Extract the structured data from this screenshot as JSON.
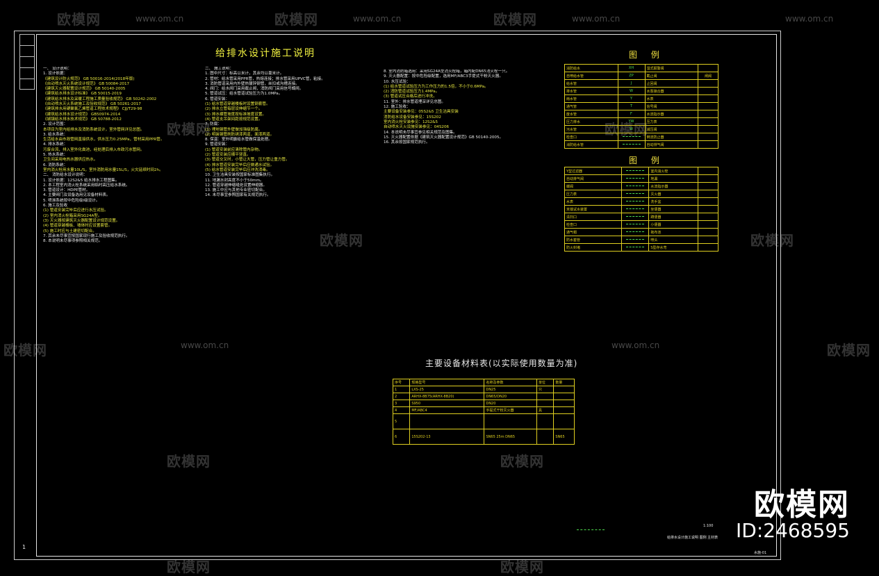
{
  "watermark": {
    "brand": "欧模网",
    "url": "www.om.cn"
  },
  "title": "给排水设计施工说明",
  "left_column": {
    "heading": "一、 设计说明：",
    "lines": [
      "1. 设计依据：",
      "《建筑设计防火规范》 GB 50016-2014(2018年版)",
      "《自动喷水灭火系统设计规范》 GB 50084-2017",
      "《建筑灭火器配置设计规范》 GB 50140-2005",
      "《建筑给水排水设计标准》 GB 50015-2019",
      "《建筑给水排水及采暖工程施工质量验收规范》 GB 50242-2002",
      "《自动喷水灭火系统施工及验收规范》 GB 50261-2017",
      "《建筑排水用硬聚氯乙烯管道工程技术规程》 CJJ/T29-98",
      "《建筑给水排水设计规范》 GB50974-2014",
      "《城镇给水排水技术规范》 GB 50788-2012",
      "2. 设计范围：",
      "本项目为室内给排水及消防系统设计，室外管网详见总图。",
      "3. 给水系统：",
      "生活给水由市政管网直接供水，供水压力0.25MPa，管材采用PPR管。",
      "4. 排水系统：",
      "污废合流，排入室外化粪池，经处理后排入市政污水管网。",
      "5. 热水系统：",
      "卫生间采用电热水器供应热水。",
      "6. 消防系统：",
      "室内消火栓用水量10L/S，室外消防用水量15L/S，火灾延续时间2h。",
      "二、 消防给水设计说明：",
      "1. 设计依据：12S2&5 给水排水工程图集。",
      "2. 本工程室内消火栓系统采用临时高压给水系统。",
      "3. 管道设计：HDPE管材。",
      "4. 主要阀门及设备选用见设备材料表。",
      "5. 喷淋系统按中危险级I级设计。",
      "6. 施工及验收",
      "(1) 管道安装完毕后应进行水压试验。",
      "(2) 室内消火栓箱采用SG24A型。",
      "(3) 灭火器按建筑灭火器配置设计规范设置。",
      "(4) 管道穿越楼板、墙体时应设置套管。",
      "(5) 施工时应与土建密切配合。",
      "7. 其余未尽事宜按国家现行施工及验收规范执行。",
      "8. 本说明未尽事项参照相关规范。"
    ]
  },
  "middle_column": {
    "heading": "二、 施工说明：",
    "lines": [
      "1. 图中尺寸：标高以米计，其余均以毫米计。",
      "2. 管材：给水管采用PPR管，热熔连接；排水管采用UPVC管，粘接。",
      "3. 消防管道采用内外壁热镀锌钢管，丝扣或沟槽连接。",
      "4. 阀门：给水阀门采用截止阀，消防阀门采用信号蝶阀。",
      "5. 管道试压：给水管道试验压力为1.0MPa。",
      "6. 管道安装：",
      "(1) 给水管道穿越楼板时设置钢套管。",
      "(2) 排水立管每层设伸缩节一个。",
      "(3) 排水横管坡度按标准坡度设置。",
      "(4) 管道支吊架间距按规范设置。",
      "7. 防腐：",
      "(1) 埋地钢管外壁做加强级防腐。",
      "(2) 明装钢管刷防锈漆两道，面漆两道。",
      "8. 保温：室外明露给水管做保温处理。",
      "9. 管道安装：",
      "(1) 管道安装前应清除管内杂物。",
      "(2) 管道安装应横平竖直。",
      "(3) 管道交叉时，小管让大管，压力管让重力管。",
      "(4) 排水管道安装完毕后应做通水试验。",
      "(5) 给水管道安装完毕后应冲洗消毒。",
      "10. 卫生洁具安装按国家标准图集执行。",
      "11. 地漏水封高度不小于50mm。",
      "12. 管道穿越伸缩缝处设置伸缩器。",
      "13. 施工中应与其他专业密切配合。",
      "14. 未尽事宜参照国家有关规范执行。"
    ]
  },
  "right_column": {
    "lines": [
      "8. 室内消防箱选用：采用SG24A型消火栓箱，箱内配DN65消火栓一只。",
      "9. 灭火器配置：按中危险级配置，选用MF/ABC3手提式干粉灭火器。",
      "10. 水压试验：",
      "(1) 给水管道试验压力为工作压力的1.5倍，不小于0.6MPa。",
      "(2) 消防管道试验压力1.4MPa。",
      "(3) 管道试压合格后进行冲洗。",
      "11. 室外：排水管道埋深详见总图。",
      "12. 施工验收：",
      "主要设备安装参见：05S2&5 卫生洁具安装",
      "消防给水设备安装参见：15S202",
      "室内消火栓安装参见：12S2&5",
      "自动喷水灭火设施安装参见：04S206",
      "14. 本说明未尽事宜参见相关规范及图集。",
      "15. 灭火器配置依据《建筑灭火器配置设计规范》GB 50140-2005。",
      "16. 其余按国家规范执行。"
    ]
  },
  "legend1": {
    "title": "图 例",
    "rows": [
      [
        "消防给水",
        "XH",
        "湿式报警阀",
        ""
      ],
      [
        "自喷给水管",
        "ZP",
        "截止阀",
        "闸阀"
      ],
      [
        "给水管",
        "J",
        "止回阀",
        ""
      ],
      [
        "排水管",
        "W",
        "水泵接合器",
        ""
      ],
      [
        "雨水管",
        "Y",
        "水表",
        ""
      ],
      [
        "通气管",
        "T",
        "信号阀",
        ""
      ],
      [
        "废水管",
        "F",
        "水流指示器",
        ""
      ],
      [
        "压力排水",
        "YW",
        "压力表",
        ""
      ],
      [
        "污水管",
        "W",
        "减压阀",
        ""
      ],
      [
        "检查口",
        "",
        "倒流防止器",
        ""
      ],
      [
        "消防给水管",
        "",
        "自动排气阀",
        ""
      ]
    ]
  },
  "legend2": {
    "title": "图 例",
    "rows": [
      [
        "Y型过滤器",
        "",
        "室内消火栓",
        ""
      ],
      [
        "自动排气阀",
        "",
        "地漏",
        ""
      ],
      [
        "蝶阀",
        "",
        "水流指示器",
        ""
      ],
      [
        "压力表",
        "",
        "灭火器",
        ""
      ],
      [
        "水表",
        "",
        "洗手盆",
        ""
      ],
      [
        "末端试水装置",
        "",
        "坐便器",
        ""
      ],
      [
        "清扫口",
        "",
        "蹲便器",
        ""
      ],
      [
        "检查口",
        "",
        "小便器",
        ""
      ],
      [
        "通气帽",
        "",
        "拖布池",
        ""
      ],
      [
        "防水套管",
        "",
        "喷头",
        ""
      ],
      [
        "防火封堵",
        "",
        "S型存水弯",
        ""
      ]
    ]
  },
  "materials": {
    "title": "主要设备材料表(以实际使用数量为准)",
    "headers": [
      "序号",
      "规格型号",
      "名称及参数",
      "单位",
      "数量"
    ],
    "rows": [
      [
        "1",
        "LXS-25",
        "DN25",
        "只",
        ""
      ],
      [
        "2",
        "ARHX-8B75(ARHX-8B20)",
        "DN65/DN20",
        "",
        ""
      ],
      [
        "3",
        "S950",
        "DN20",
        "",
        ""
      ],
      [
        "4",
        "MF/ABC4",
        "手提式干粉灭火器",
        "具",
        ""
      ],
      [
        "5",
        "",
        "",
        "",
        ""
      ],
      [
        "6",
        "15S202-13",
        "SN65 25m DN65",
        "",
        "SN65"
      ]
    ]
  },
  "sheet": {
    "label_1": "1",
    "scale": "1:100",
    "title_block": "给排水设计施工说明 图例 主材表",
    "code": "水施-01"
  },
  "brand_block": {
    "name": "欧模网",
    "id": "ID:2468595"
  },
  "colors": {
    "background": "#000000",
    "frame": "#e6e6e6",
    "text": "#e8e840",
    "red": "#ff4040",
    "green": "#4fdc4f"
  }
}
